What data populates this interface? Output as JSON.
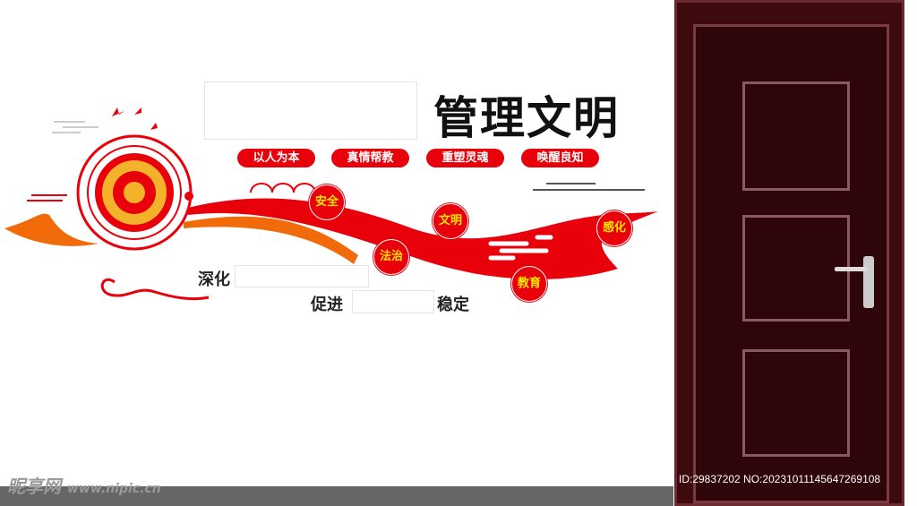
{
  "title": "管理文明",
  "pills": [
    "以人为本",
    "真情帮教",
    "重塑灵魂",
    "唤醒良知"
  ],
  "circles": [
    "安全",
    "文明",
    "法治",
    "教育",
    "感化"
  ],
  "lines": {
    "deepen": "深化",
    "promote": "促进",
    "stable": "稳定"
  },
  "watermark": {
    "logo": "昵享网",
    "url": "www.nipic.cn",
    "id": "ID:29837202 NO:20231011145647269108"
  },
  "colors": {
    "red": "#e8000b",
    "orange": "#f26b0a",
    "door": "#3d0a0e",
    "bar": "#666666"
  }
}
